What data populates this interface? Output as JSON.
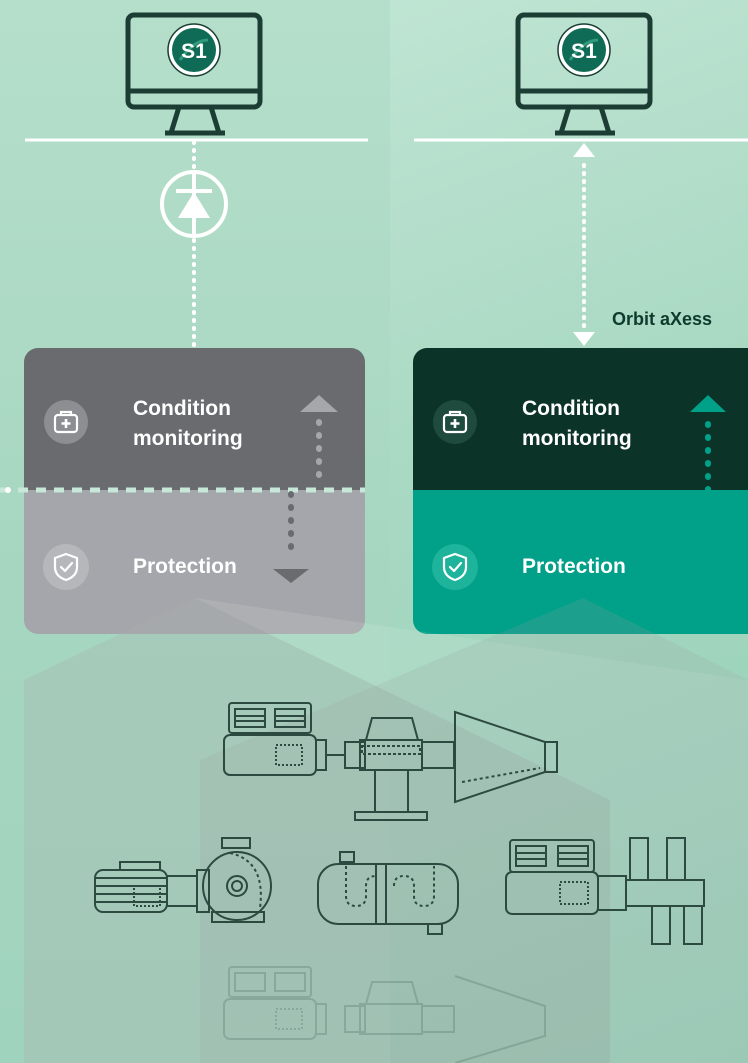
{
  "left_panel": {
    "monitor_badge": "S1",
    "condition_label": "Condition\nmonitoring",
    "protection_label": "Protection"
  },
  "right_panel": {
    "monitor_badge": "S1",
    "condition_label": "Condition\nmonitoring",
    "protection_label": "Protection",
    "link_label": "Orbit aXess"
  },
  "colors": {
    "monitor_stroke": "#1b3d33",
    "badge_green": "#0f6b55",
    "left_condition_box": "#6a6b6f",
    "left_protection_box": "#a4a6ab",
    "right_condition_box": "#0c3327",
    "right_protection_box": "#00a089",
    "machinery_stroke": "#2c4a40"
  },
  "icons": {
    "monitor": "monitor-icon",
    "diode": "diode-icon",
    "medical_kit": "medical-kit-icon",
    "shield": "shield-check-icon",
    "arrow_up": "arrow-up-icon",
    "arrow_down": "arrow-down-icon"
  }
}
